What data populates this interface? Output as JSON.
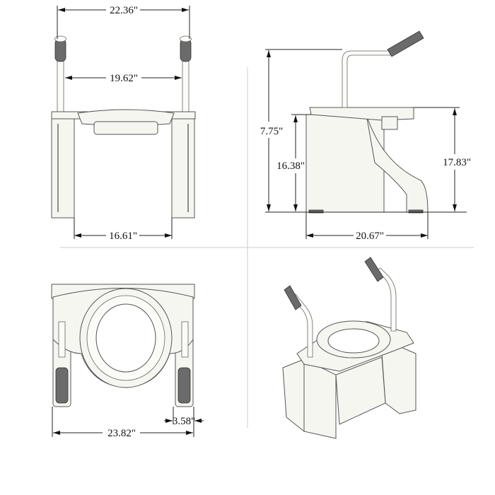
{
  "views": {
    "front": {
      "width_overall": "22.36\"",
      "width_between_arms": "19.62\"",
      "width_between_legs": "16.61\""
    },
    "side": {
      "height_overall": "7.75\"",
      "seat_height": "16.38\"",
      "height_front": "17.83\"",
      "depth": "20.67\""
    },
    "top": {
      "width_overall": "23.82\"",
      "leg_width": "3.58\""
    }
  },
  "colors": {
    "body": "#f6f6f1",
    "grip": "#6b6b6b",
    "line": "#222222"
  }
}
